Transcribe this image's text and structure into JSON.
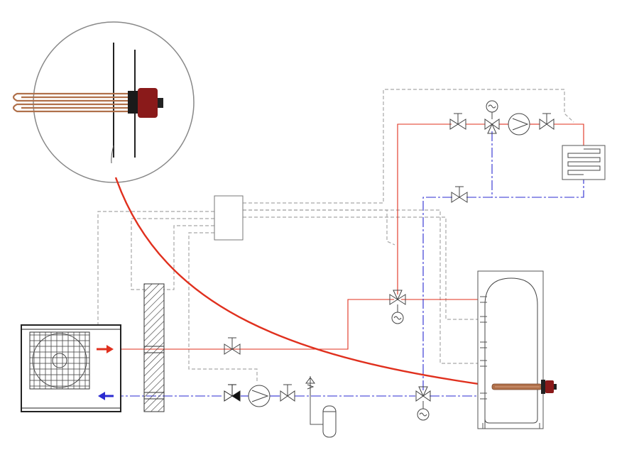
{
  "diagram": {
    "kind": "heat-pump hydraulic schematic",
    "colors": {
      "flow": "#e0301e",
      "return": "#2b2bd0",
      "control": "#a8a8a8",
      "outline": "#555555",
      "heater_copper": "#b0704a",
      "heater_head": "#8a1a1a"
    },
    "components": [
      {
        "id": "heat-pump-outdoor-unit",
        "icon": "fan-grid-icon"
      },
      {
        "id": "building-wall",
        "icon": "hatched-wall-icon"
      },
      {
        "id": "control-box",
        "icon": "rectangle-icon"
      },
      {
        "id": "hot-water-cylinder",
        "icon": "tank-icon"
      },
      {
        "id": "immersion-heater",
        "icon": "heating-element-icon"
      },
      {
        "id": "underfloor-heating-circuit",
        "icon": "coil-icon"
      },
      {
        "id": "expansion-vessel",
        "icon": "vessel-icon"
      },
      {
        "id": "circulation-pump",
        "icon": "pump-icon"
      },
      {
        "id": "three-way-valves",
        "icon": "three-way-valve-icon"
      },
      {
        "id": "isolation-valves",
        "icon": "bowtie-valve-icon"
      },
      {
        "id": "non-return-valve",
        "icon": "check-valve-icon"
      },
      {
        "id": "safety-relief-valve",
        "icon": "relief-valve-icon"
      },
      {
        "id": "heater-zoom-callout",
        "icon": "magnifier-circle-icon"
      }
    ]
  }
}
